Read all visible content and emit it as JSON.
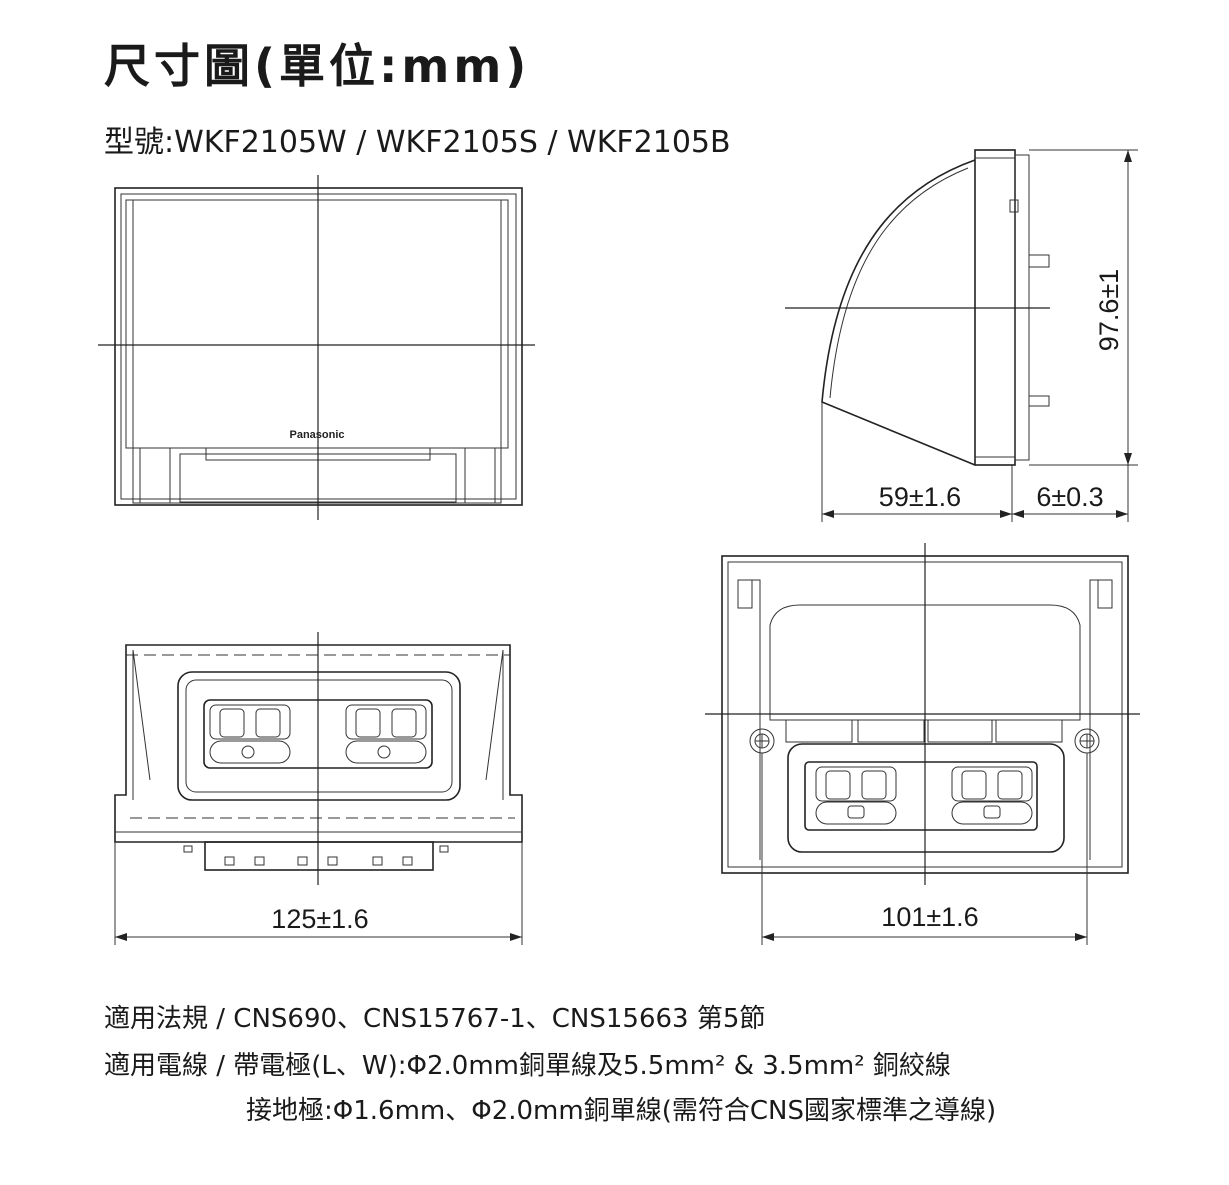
{
  "title": "尺寸圖(單位:mm)",
  "model": "型號:WKF2105W / WKF2105S / WKF2105B",
  "brand": "Panasonic",
  "dimensions": {
    "height": "97.6±1",
    "depth": "59±1.6",
    "plate": "6±0.3",
    "width": "125±1.6",
    "inner_width": "101±1.6"
  },
  "notes": {
    "regulations": "適用法規 / CNS690、CNS15767-1、CNS15663 第5節",
    "wire_live": "適用電線 / 帶電極(L、W):Φ2.0mm銅單線及5.5mm² & 3.5mm² 銅絞線",
    "wire_ground": "接地極:Φ1.6mm、Φ2.0mm銅單線(需符合CNS國家標準之導線)"
  }
}
